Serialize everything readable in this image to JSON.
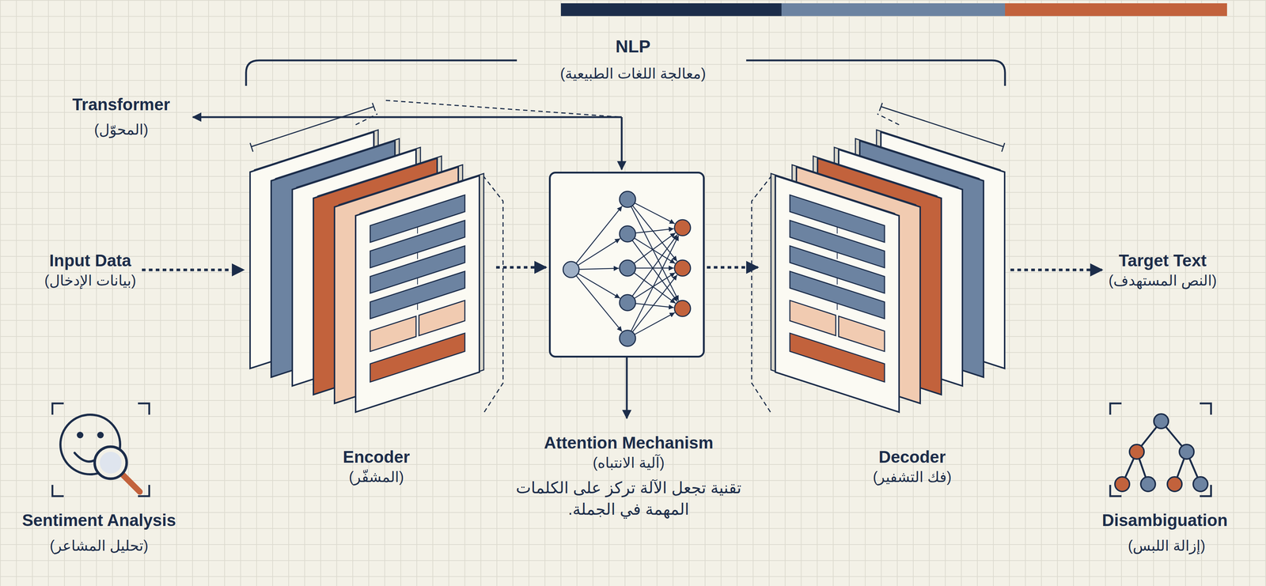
{
  "diagram": {
    "nodes": [
      {
        "text": [
          "Input Data",
          "(بيانات الإدخال)"
        ]
      },
      {
        "text": [
          "Encoder",
          "(المشفّر)"
        ]
      },
      {
        "text": [
          "Attention Mechanism",
          "(آلية الانتباه)",
          "تقنية تجعل الآلة تركز على الكلمات المهمة في الجملة."
        ]
      },
      {
        "text": [
          "Decoder",
          "(فك التشفير)"
        ]
      },
      {
        "text": [
          "Target Text",
          "(النص المستهدف)"
        ]
      }
    ],
    "edges": [
      {
        "from": 0,
        "to": 1,
        "arrow": "to"
      },
      {
        "from": 1,
        "to": 2,
        "arrow": "to"
      },
      {
        "from": 2,
        "to": 3,
        "arrow": "to"
      },
      {
        "from": 3,
        "to": 4,
        "arrow": "to"
      }
    ],
    "labels": [
      "NLP",
      "(معالجة اللغات الطبيعية)",
      "Transformer",
      "(المحوّل)",
      "Sentiment Analysis",
      "(تحليل المشاعر)",
      "Disambiguation",
      "(إزالة اللبس)"
    ]
  }
}
